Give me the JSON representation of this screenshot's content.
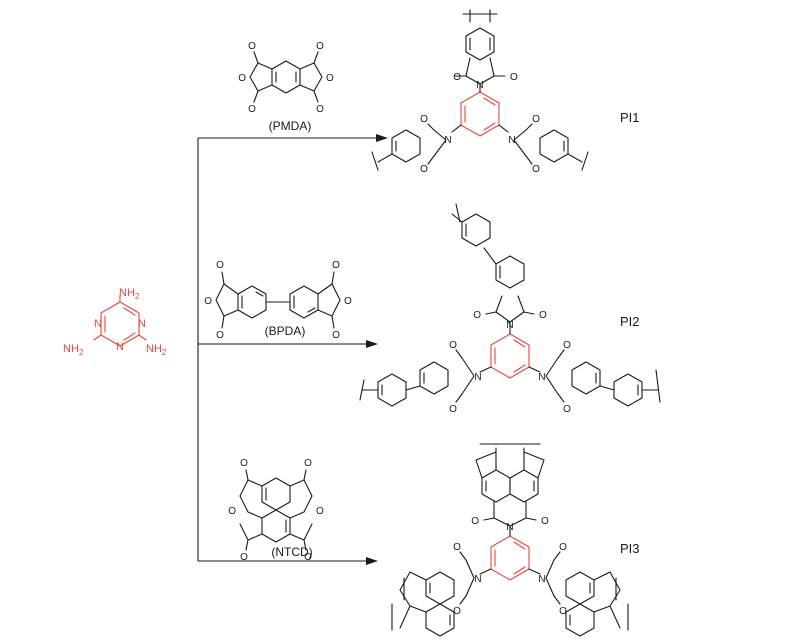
{
  "reactant": {
    "substituent": "NH",
    "subscript": "2",
    "ring_atom": "N"
  },
  "atoms": {
    "oxygen": "O",
    "nitrogen": "N"
  },
  "reagents": [
    {
      "label": "(PMDA)",
      "product": "PI1"
    },
    {
      "label": "(BPDA)",
      "product": "PI2"
    },
    {
      "label": "(NTCD)",
      "product": "PI3"
    }
  ],
  "colors": {
    "triazine": "#e8463c",
    "bonds": "#1a1a1a",
    "background": "#ffffff"
  }
}
